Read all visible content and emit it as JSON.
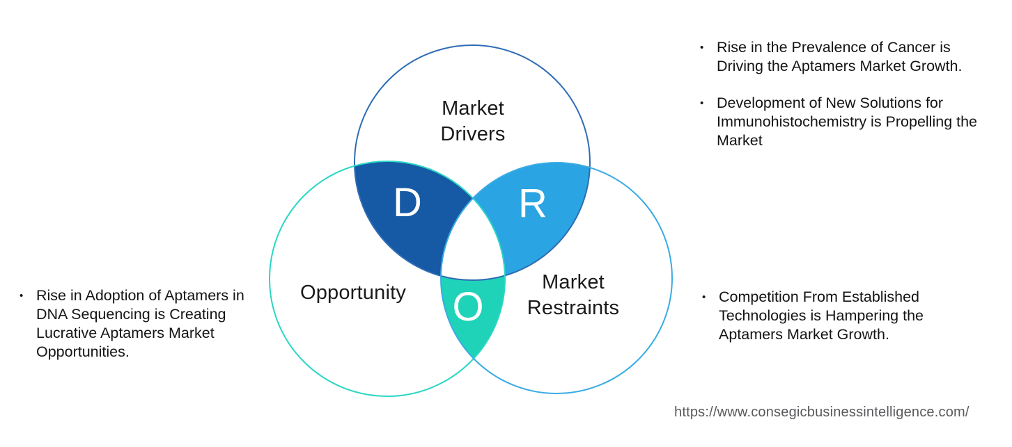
{
  "diagram": {
    "drivers": {
      "label": "Market Drivers",
      "letter": "D",
      "stroke": "#2e6cb4",
      "lens_fill": "#1659a4"
    },
    "restraints": {
      "label": "Market Restraints",
      "letter": "R",
      "stroke": "#3aabe4",
      "lens_fill": "#2aa4e2"
    },
    "opportunity": {
      "label": "Opportunity",
      "letter": "O",
      "stroke": "#2bd7c4",
      "lens_fill": "#1fd3b9"
    },
    "overlap_fill": "#ffffff"
  },
  "bullets": {
    "marker": "•",
    "left": [
      {
        "text": "Rise in Adoption of Aptamers in DNA Sequencing is Creating Lucrative Aptamers Market Opportunities."
      }
    ],
    "right_top": [
      {
        "text": "Rise in the Prevalence of Cancer is Driving the Aptamers Market Growth."
      },
      {
        "text": "Development of New Solutions for Immunohistochemistry is Propelling the Market"
      }
    ],
    "right_bottom": [
      {
        "text": "Competition From Established Technologies is Hampering the Aptamers Market Growth."
      }
    ]
  },
  "footer": {
    "url": "https://www.consegicbusinessintelligence.com/"
  },
  "colors": {
    "text": "#141414",
    "url_text": "#58595b",
    "background": "#ffffff"
  }
}
